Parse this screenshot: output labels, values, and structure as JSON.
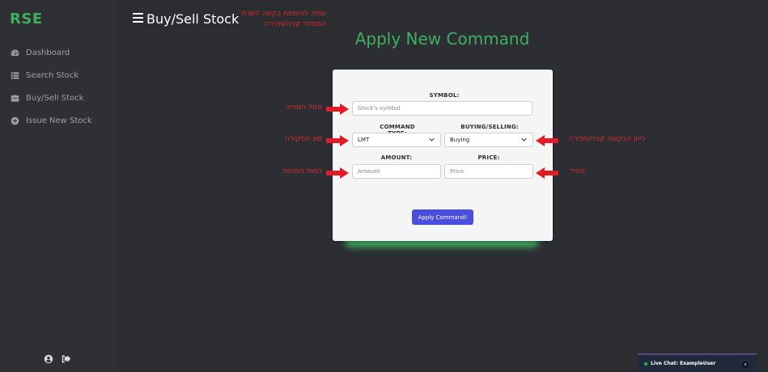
{
  "app": {
    "logo": "RSE"
  },
  "sidebar": {
    "items": [
      {
        "label": "Dashboard",
        "icon": "dashboard-icon"
      },
      {
        "label": "Search Stock",
        "icon": "list-icon"
      },
      {
        "label": "Buy/Sell Stock",
        "icon": "briefcase-icon"
      },
      {
        "label": "Issue New Stock",
        "icon": "plus-circle-icon"
      }
    ],
    "bottom_icons": [
      "user-circle-icon",
      "logout-icon"
    ]
  },
  "header": {
    "title": "Buy/Sell Stock",
    "note": "עמוד להוספת בקשה לשרת המסחר קניה/מכירה"
  },
  "form": {
    "heading": "Apply New Command",
    "symbol_label": "SYMBOL:",
    "symbol_placeholder": "Stock's symbol",
    "command_type_label": "COMMAND TYPE:",
    "command_type_value": "LMT",
    "direction_label": "BUYING/SELLING:",
    "direction_value": "Buying",
    "amount_label": "AMOUNT:",
    "amount_placeholder": "Amount",
    "price_label": "PRICE:",
    "price_placeholder": "Price",
    "submit_label": "Apply Command!"
  },
  "annotations": {
    "symbol": "סמל המנייה",
    "command_type": "סוג הפקודה",
    "amount": "כמות המניות",
    "direction": "כיוון הבקשה קניה/מכירה",
    "price": "מחיר"
  },
  "chat": {
    "label": "Live Chat: ExampleUser",
    "close": "x"
  },
  "colors": {
    "accent": "#3fae5e",
    "button": "#4b4de0",
    "annotation": "#e0262a"
  }
}
